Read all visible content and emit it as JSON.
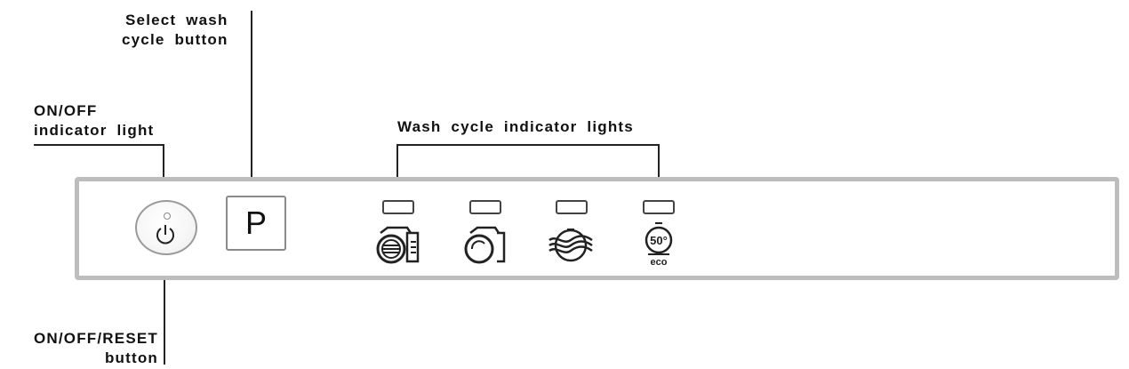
{
  "labels": {
    "select_wash_cycle": "Select wash\ncycle button",
    "on_off_indicator": "ON/OFF\nindicator light",
    "wash_cycle_indicators": "Wash cycle indicator lights",
    "on_off_reset": "ON/OFF/RESET\nbutton"
  },
  "panel": {
    "program_button_label": "P",
    "eco_icon_temp": "50°",
    "eco_icon_text": "eco"
  },
  "icons": [
    "power-icon",
    "intensive-wash-icon",
    "normal-wash-icon",
    "rapid-wash-icon",
    "eco-50-icon"
  ],
  "colors": {
    "panel_border": "#bdbdbd",
    "line": "#222222"
  }
}
